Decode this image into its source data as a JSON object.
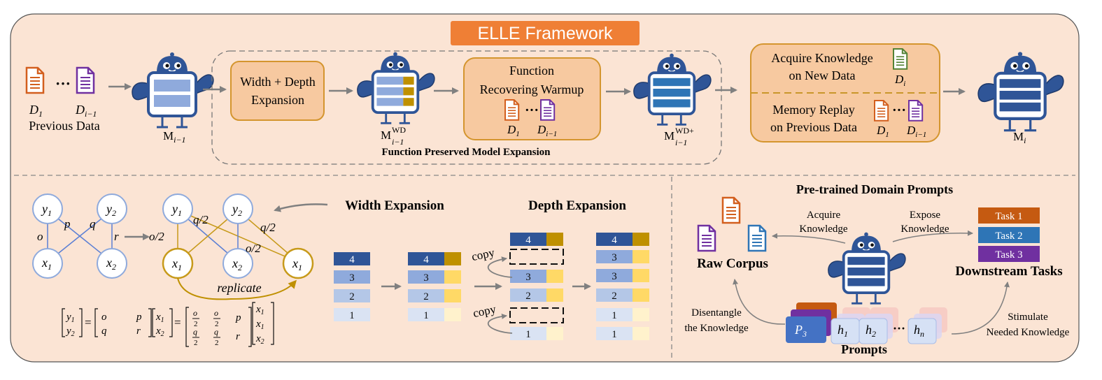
{
  "title": "ELLE Framework",
  "colors": {
    "panel_bg": "#fbe4d4",
    "title_bg": "#ef7f35",
    "box_bg": "#f7c9a0",
    "box_border": "#d4952e",
    "robot_blue": "#2f5597",
    "doc_orange": "#d35f1e",
    "doc_purple": "#7030a0",
    "doc_green": "#548235",
    "doc_blue": "#2e75b6",
    "gold": "#bf9000"
  },
  "top": {
    "prev_data": {
      "d1": "D",
      "d1_sub": "1",
      "dim1": "D",
      "dim1_sub": "i−1",
      "label": "Previous Data",
      "dots": "···"
    },
    "model_prev": {
      "base": "M",
      "sub": "i−1"
    },
    "expansion_box": "Width + Depth\nExpansion",
    "model_wd": {
      "base": "M",
      "sup": "WD",
      "sub": "i−1"
    },
    "warmup_box": {
      "line1": "Function",
      "line2": "Recovering Warmup",
      "d1": "D",
      "d1_sub": "1",
      "dim1": "D",
      "dim1_sub": "i−1"
    },
    "model_wdplus": {
      "base": "M",
      "sup": "WD+",
      "sub": "i−1"
    },
    "dashed_caption": "Function Preserved Model Expansion",
    "acquire": {
      "line1": "Acquire Knowledge",
      "line2": "on New Data",
      "d": "D",
      "d_sub": "i"
    },
    "replay": {
      "line1": "Memory Replay",
      "line2": "on Previous Data",
      "d1": "D",
      "d1_sub": "1",
      "dim1": "D",
      "dim1_sub": "i−1"
    },
    "model_final": {
      "base": "M",
      "sub": "i"
    }
  },
  "bottom_left": {
    "nodes": {
      "y1": "y",
      "y2": "y",
      "x1": "x",
      "x2": "x"
    },
    "weights": {
      "p": "p",
      "q": "q",
      "o": "o",
      "r": "r",
      "o2": "o/2",
      "q2": "q/2"
    },
    "replicate": "replicate",
    "width_title": "Width Expansion",
    "depth_title": "Depth Expansion",
    "copy": "copy",
    "layers": [
      "4",
      "3",
      "2",
      "1"
    ]
  },
  "bottom_right": {
    "title": "Pre-trained Domain Prompts",
    "raw_corpus": "Raw Corpus",
    "acquire": "Acquire\nKnowledge",
    "expose": "Expose\nKnowledge",
    "tasks": [
      "Task 1",
      "Task 2",
      "Task 3"
    ],
    "downstream": "Downstream Tasks",
    "disentangle": "Disentangle\nthe Knowledge",
    "stimulate": "Stimulate\nNeeded Knowledge",
    "prompts": "Prompts",
    "p3": "P",
    "p3_sub": "3",
    "h": [
      "h",
      "h",
      "h"
    ],
    "h_subs": [
      "1",
      "2",
      "n"
    ],
    "dots": "···"
  }
}
